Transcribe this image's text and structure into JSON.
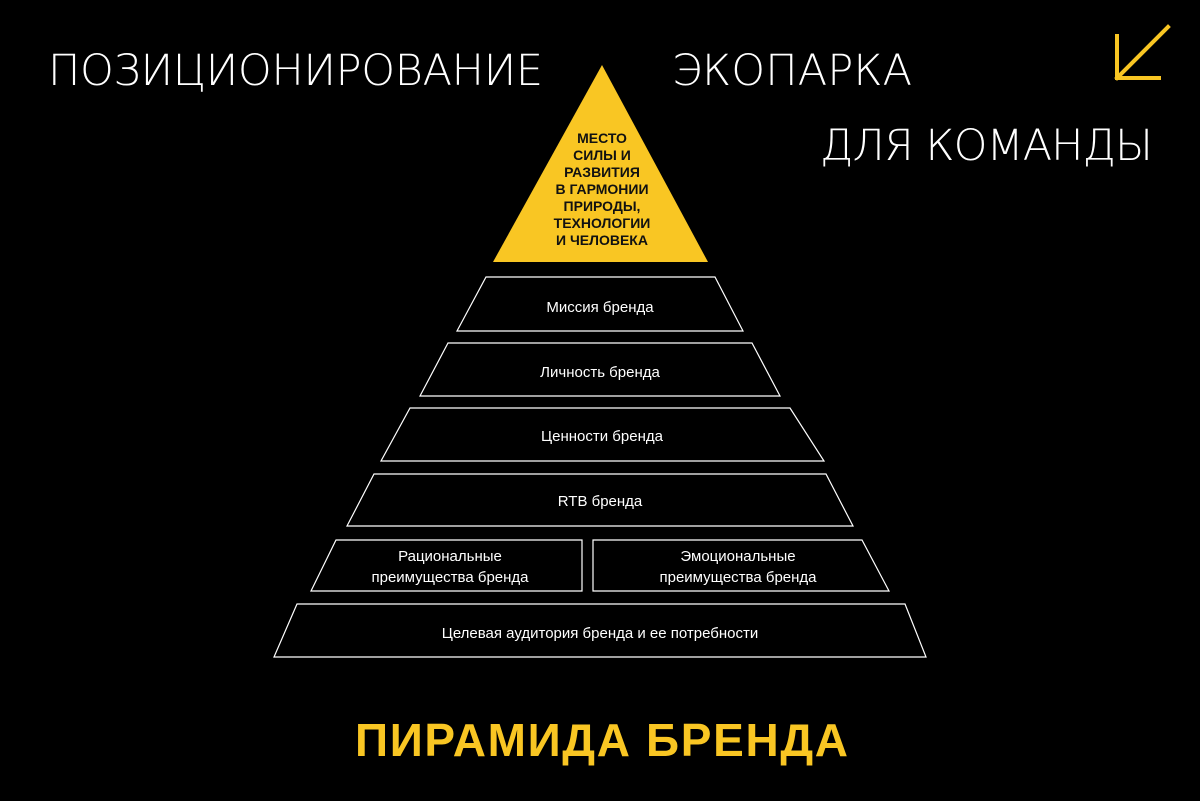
{
  "header": {
    "title_left": "ПОЗИЦИОНИРОВАНИЕ",
    "title_right": "ЭКОПАРКА",
    "subtitle": "ДЛЯ КОМАНДЫ",
    "corner_icon": "arrow-down-left-icon"
  },
  "pyramid": {
    "apex_lines": [
      "МЕСТО",
      "СИЛЫ И",
      "РАЗВИТИЯ",
      "В ГАРМОНИИ",
      "ПРИРОДЫ,",
      "ТЕХНОЛОГИИ",
      "И ЧЕЛОВЕКА"
    ],
    "tiers": [
      "Миссия бренда",
      "Личность бренда",
      "Ценности бренда",
      "RTB бренда"
    ],
    "benefits_left": [
      "Рациональные",
      "преимущества бренда"
    ],
    "benefits_right": [
      "Эмоциональные",
      "преимущества бренда"
    ],
    "base": "Целевая аудитория бренда и ее потребности"
  },
  "footer": {
    "title": "ПИРАМИДА БРЕНДА"
  },
  "colors": {
    "accent": "#F9C623",
    "background": "#000000",
    "text": "#FFFFFF"
  }
}
